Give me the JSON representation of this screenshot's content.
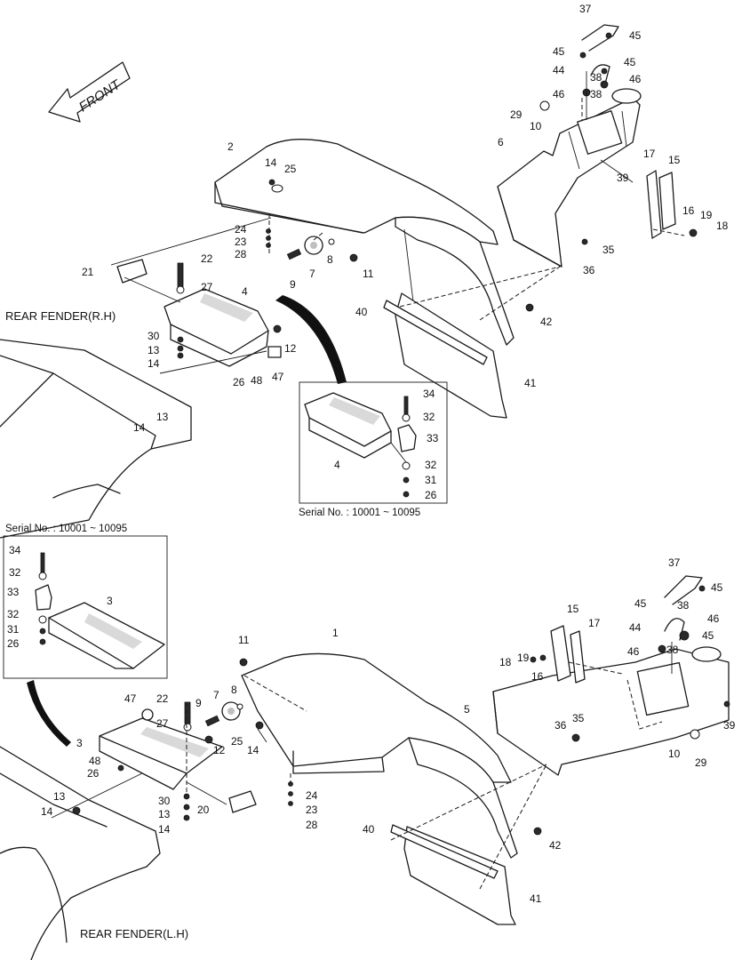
{
  "front_label": "FRONT",
  "sections": {
    "rh_title": "REAR FENDER(R.H)",
    "lh_title": "REAR FENDER(L.H)",
    "inset_caption_rh": "Serial No. : 10001 ~ 10095",
    "inset_caption_lh": "Serial No. : 10001 ~ 10095"
  },
  "callouts": {
    "top": [
      "37",
      "45",
      "45",
      "44",
      "38",
      "45",
      "46",
      "46",
      "38",
      "29",
      "10",
      "6",
      "2",
      "14",
      "25",
      "39",
      "17",
      "15",
      "24",
      "23",
      "28",
      "16",
      "19",
      "18",
      "21",
      "22",
      "9",
      "7",
      "8",
      "11",
      "35",
      "36",
      "27",
      "4",
      "40",
      "42",
      "30",
      "13",
      "14",
      "12",
      "26",
      "48",
      "47",
      "41",
      "13",
      "14"
    ],
    "inset_top": [
      "34",
      "32",
      "33",
      "4",
      "32",
      "31",
      "26"
    ],
    "inset_bottom": [
      "34",
      "32",
      "33",
      "3",
      "32",
      "31",
      "26"
    ],
    "bottom": [
      "37",
      "45",
      "45",
      "38",
      "46",
      "44",
      "45",
      "46",
      "38",
      "15",
      "17",
      "18",
      "19",
      "16",
      "11",
      "1",
      "7",
      "8",
      "9",
      "47",
      "22",
      "27",
      "25",
      "14",
      "5",
      "36",
      "35",
      "39",
      "10",
      "29",
      "3",
      "12",
      "48",
      "26",
      "13",
      "14",
      "30",
      "13",
      "14",
      "20",
      "24",
      "23",
      "28",
      "40",
      "42",
      "41"
    ]
  }
}
